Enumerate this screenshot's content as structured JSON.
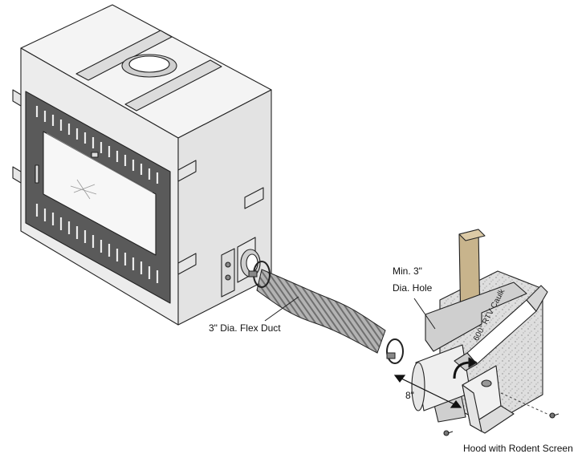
{
  "labels": {
    "flex_duct": "3\" Dia. Flex Duct",
    "min_hole_line1": "Min. 3\"",
    "min_hole_line2": "Dia. Hole",
    "dimension": "8\"",
    "hood": "Hood with Rodent Screen",
    "caulk": "600° RTV Caulk"
  },
  "colors": {
    "line": "#222222",
    "firebox_front": "#ececec",
    "firebox_top": "#f4f4f4",
    "firebox_side": "#e2e2e2",
    "door_frame": "#5a5a5a",
    "glass": "#f7f7f7",
    "duct": "#a9a9a9",
    "stud_wood": "#c8b48c",
    "wall_speckle": "#d9d9d9",
    "hood": "#eeeeee"
  }
}
